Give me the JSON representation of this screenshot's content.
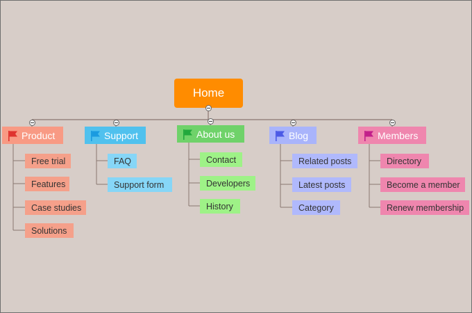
{
  "root": {
    "label": "Home",
    "color": "#ff8c00"
  },
  "branches": [
    {
      "label": "Product",
      "color": "#f89a84",
      "flag": "red-flag-icon",
      "flag_color": "#e0332e",
      "children": [
        "Free trial",
        "Features",
        "Case studies",
        "Solutions"
      ],
      "child_color": "#f5a08a"
    },
    {
      "label": "Support",
      "color": "#50c1ee",
      "flag": "blue-flag-icon",
      "flag_color": "#1a9be0",
      "children": [
        "FAQ",
        "Support form"
      ],
      "child_color": "#86d6f7"
    },
    {
      "label": "About us",
      "color": "#6fd26a",
      "flag": "green-flag-icon",
      "flag_color": "#22a83c",
      "children": [
        "Contact",
        "Developers",
        "History"
      ],
      "child_color": "#9ef287"
    },
    {
      "label": "Blog",
      "color": "#a9b4fb",
      "flag": "blue-flag-icon",
      "flag_color": "#4b5ae6",
      "children": [
        "Related posts",
        "Latest posts",
        "Category"
      ],
      "child_color": "#b0b9fc"
    },
    {
      "label": "Members",
      "color": "#ef86ae",
      "flag": "pink-flag-icon",
      "flag_color": "#c21f8a",
      "children": [
        "Directory",
        "Become a member",
        "Renew membership"
      ],
      "child_color": "#ef86ae"
    }
  ]
}
